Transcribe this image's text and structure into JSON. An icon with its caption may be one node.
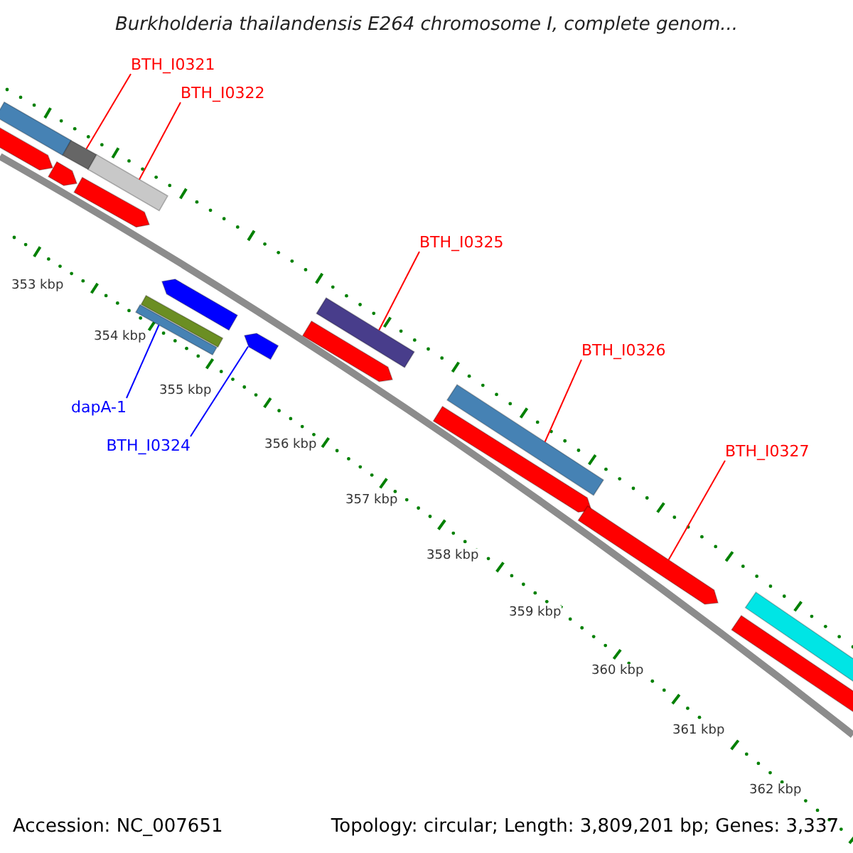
{
  "diagram": {
    "title": "Burkholderia thailandensis E264 chromosome I, complete genom...",
    "nodes": [
      {
        "text": [
          "BTH_I0321"
        ]
      },
      {
        "text": [
          "BTH_I0322"
        ]
      },
      {
        "text": [
          "BTH_I0325"
        ]
      },
      {
        "text": [
          "BTH_I0326"
        ]
      },
      {
        "text": [
          "BTH_I0327"
        ]
      },
      {
        "text": [
          "dapA-1"
        ]
      },
      {
        "text": [
          "BTH_I0324"
        ]
      },
      {
        "text": [],
        "shape": "arrow"
      },
      {
        "text": [],
        "shape": "bar"
      },
      {
        "text": [],
        "shape": "arrow"
      },
      {
        "text": [],
        "shape": "bar"
      },
      {
        "text": [],
        "shape": "arrow"
      },
      {
        "text": [],
        "shape": "bar"
      },
      {
        "text": [],
        "shape": "bar"
      },
      {
        "text": [],
        "shape": "bar"
      },
      {
        "text": [],
        "shape": "arrow"
      },
      {
        "text": [],
        "shape": "arrow"
      },
      {
        "text": [],
        "shape": "arrow"
      },
      {
        "text": [],
        "shape": "bar"
      },
      {
        "text": [],
        "shape": "arrow"
      },
      {
        "text": [],
        "shape": "bar"
      },
      {
        "text": [],
        "shape": "arrow"
      },
      {
        "text": [],
        "shape": "bar"
      },
      {
        "text": [],
        "shape": "bar"
      }
    ],
    "edges": [
      {
        "from": 0,
        "to": 10,
        "arrow": "none"
      },
      {
        "from": 1,
        "to": 12,
        "arrow": "none"
      },
      {
        "from": 2,
        "to": 18,
        "arrow": "none"
      },
      {
        "from": 3,
        "to": 20,
        "arrow": "none"
      },
      {
        "from": 4,
        "to": 21,
        "arrow": "none"
      },
      {
        "from": 5,
        "to": 13,
        "arrow": "none",
        "color": "#0000ff"
      },
      {
        "from": 6,
        "to": 16,
        "arrow": "none",
        "color": "#0000ff"
      }
    ],
    "labels": [
      "353 kbp",
      "354 kbp",
      "355 kbp",
      "356 kbp",
      "357 kbp",
      "358 kbp",
      "359 kbp",
      "360 kbp",
      "361 kbp",
      "362 kbp",
      "Accession: NC_007651",
      "Topology: circular; Length: 3,809,201 bp; Genes: 3,337"
    ]
  }
}
